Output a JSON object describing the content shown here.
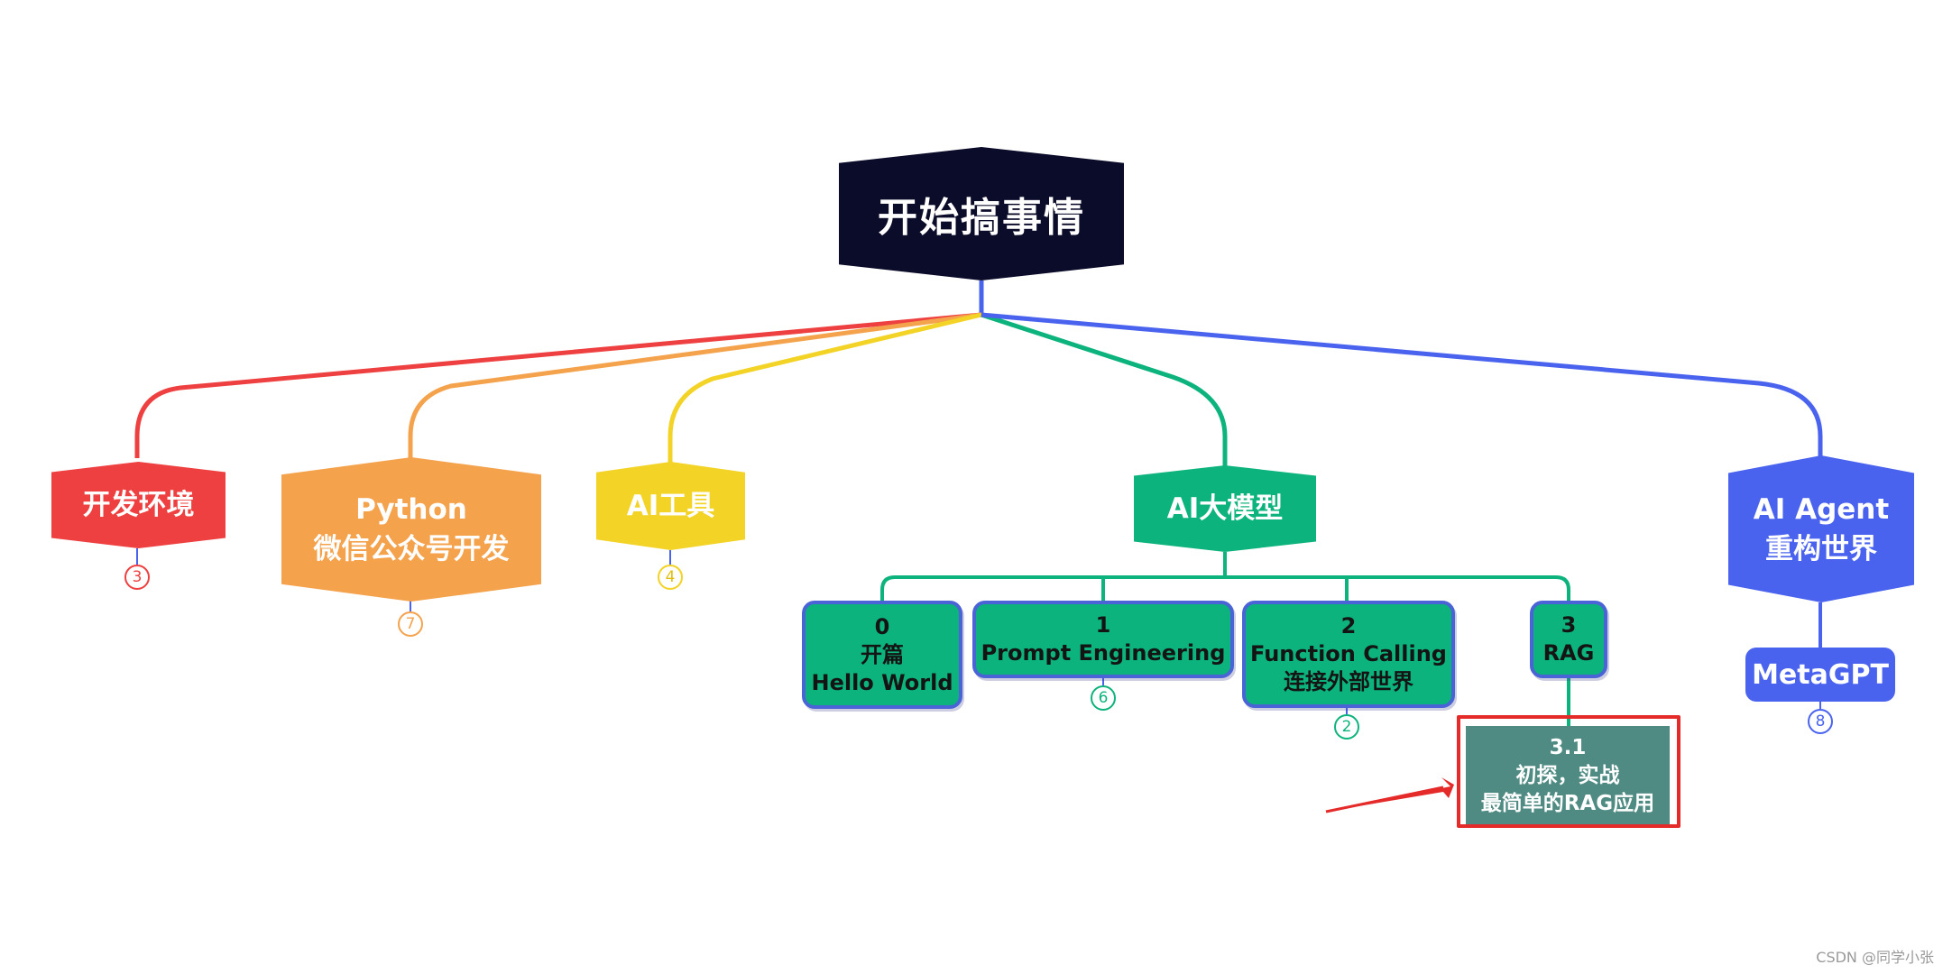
{
  "root": {
    "label": "开始搞事情"
  },
  "branches": [
    {
      "id": "dev-env",
      "lines": [
        "开发环境"
      ],
      "color": "#ee4040",
      "count": "3"
    },
    {
      "id": "python",
      "lines": [
        "Python",
        "微信公众号开发"
      ],
      "color": "#f4a24c",
      "count": "7"
    },
    {
      "id": "ai-tools",
      "lines": [
        "AI工具"
      ],
      "color": "#f2d326",
      "count": "4"
    },
    {
      "id": "ai-llm",
      "lines": [
        "AI大模型"
      ],
      "color": "#0db37c"
    },
    {
      "id": "ai-agent",
      "lines": [
        "AI Agent",
        "重构世界"
      ],
      "color": "#4a63ee"
    }
  ],
  "llm_children": [
    {
      "id": "c0",
      "lines": [
        "0",
        "开篇",
        "Hello World"
      ]
    },
    {
      "id": "c1",
      "lines": [
        "1",
        "Prompt Engineering"
      ],
      "count": "6"
    },
    {
      "id": "c2",
      "lines": [
        "2",
        "Function Calling",
        "连接外部世界"
      ],
      "count": "2"
    },
    {
      "id": "c3",
      "lines": [
        "3",
        "RAG"
      ]
    }
  ],
  "rag_child": {
    "lines": [
      "3.1",
      "初探，实战",
      "最简单的RAG应用"
    ]
  },
  "agent_child": {
    "label": "MetaGPT",
    "count": "8"
  },
  "watermark": "CSDN @同学小张",
  "colors": {
    "highlight": "#e52a2a",
    "sub_border": "#4a63d6",
    "rag_child": "#4f8b83"
  }
}
